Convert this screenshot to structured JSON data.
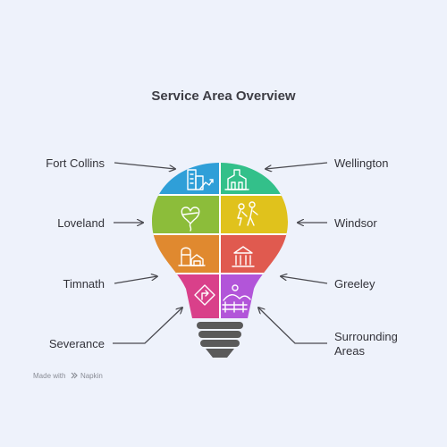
{
  "title": "Service Area Overview",
  "left_labels": [
    "Fort Collins",
    "Loveland",
    "Timnath",
    "Severance"
  ],
  "right_labels": [
    "Wellington",
    "Windsor",
    "Greeley",
    "Surrounding",
    "Areas"
  ],
  "footer": {
    "made_with": "Made with",
    "brand": "Napkin"
  },
  "colors": {
    "fort_collins": "#2f9fd8",
    "wellington": "#33c08a",
    "loveland": "#8cbd3a",
    "windsor": "#e0c21c",
    "timnath": "#e0892f",
    "greeley": "#e05a4f",
    "severance": "#d9408a",
    "surrounding": "#b255d9",
    "base": "#5a5a5a"
  },
  "icons": [
    "city-buildings-icon",
    "landmark-building-icon",
    "heart-balloon-icon",
    "family-walking-icon",
    "farm-barn-icon",
    "courthouse-icon",
    "road-sign-icon",
    "landscape-fence-icon"
  ]
}
